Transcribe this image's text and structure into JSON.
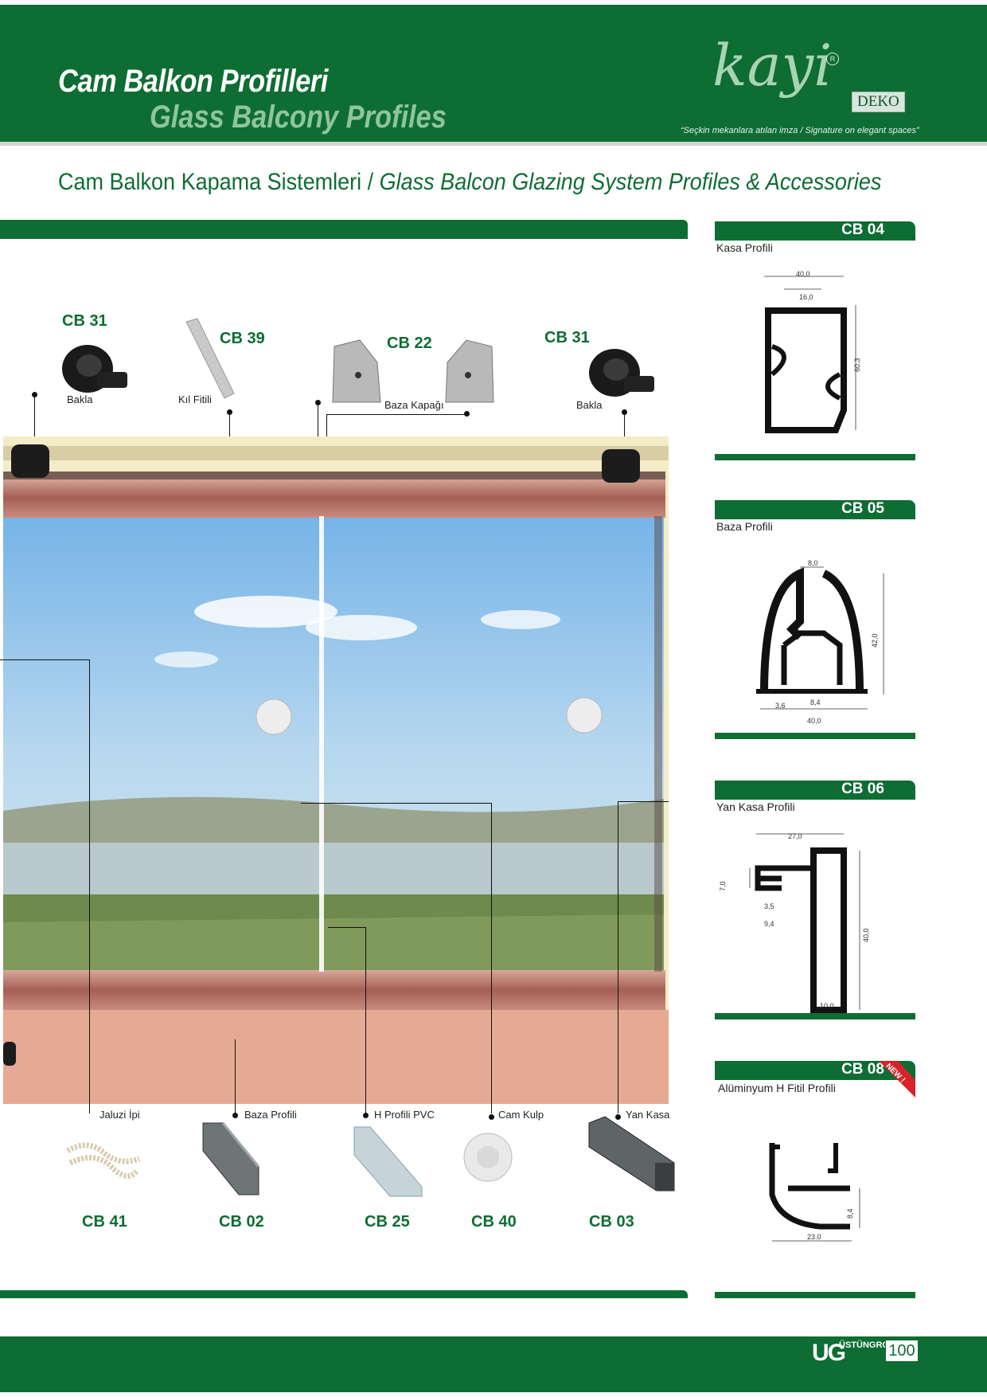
{
  "header": {
    "title_tr": "Cam Balkon Profilleri",
    "title_en": "Glass Balcony Profiles",
    "brand": "kayi",
    "brand_sub": "DEKO",
    "slogan_tr": "“Seçkin mekanlara atılan imza",
    "slogan_en": "/ Signature on elegant spaces”"
  },
  "subtitle": {
    "tr": "Cam Balkon Kapama Sistemleri /",
    "en": "Glass Balcon Glazing System Profiles & Accessories"
  },
  "top_parts": [
    {
      "code": "CB 31",
      "label": "Bakla"
    },
    {
      "code": "CB 39",
      "label": "Kıl Fitili"
    },
    {
      "code": "CB 22",
      "label": "Baza Kapağı"
    },
    {
      "code": "CB 31",
      "label": "Bakla"
    }
  ],
  "bottom_parts": [
    {
      "code": "CB 41",
      "label": "Jaluzi İpi"
    },
    {
      "code": "CB 02",
      "label": "Baza Profili"
    },
    {
      "code": "CB 25",
      "label": "H Profili PVC"
    },
    {
      "code": "CB 40",
      "label": "Cam Kulp"
    },
    {
      "code": "CB 03",
      "label": "Yan Kasa"
    }
  ],
  "profiles": [
    {
      "code": "CB 04",
      "name": "Kasa Profili",
      "dims": [
        "40,0",
        "16,0",
        "60,3"
      ]
    },
    {
      "code": "CB 05",
      "name": "Baza Profili",
      "dims": [
        "8,0",
        "42,0",
        "3,6",
        "8,4",
        "40,0"
      ]
    },
    {
      "code": "CB 06",
      "name": "Yan Kasa Profili",
      "dims": [
        "27,0",
        "7,0",
        "3,5",
        "9,4",
        "40,0",
        "10,0"
      ]
    },
    {
      "code": "CB 08",
      "name": "Alüminyum H Fitil Profili",
      "dims": [
        "8,4",
        "23.0"
      ],
      "badge": "NEW !"
    }
  ],
  "footer": {
    "group_logo": "UG",
    "group_name": "ÜSTÜNGROUP",
    "page": "100"
  },
  "colors": {
    "brand_green": "#0e6d33",
    "copper_rail": "#b87265",
    "sky": "#8fc3ee"
  }
}
